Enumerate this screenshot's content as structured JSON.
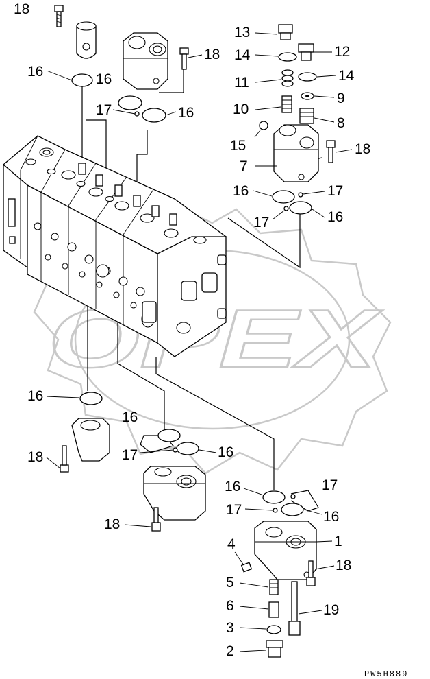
{
  "diagram": {
    "drawing_code": "PW5H889",
    "watermark": "OPEX",
    "part_labels": [
      {
        "id": "label-18-top-left",
        "text": "18"
      },
      {
        "id": "label-16-upper-left",
        "text": "16"
      },
      {
        "id": "label-16-upper-mid",
        "text": "16"
      },
      {
        "id": "label-17-upper-mid",
        "text": "17"
      },
      {
        "id": "label-16-upper-mid-right",
        "text": "16"
      },
      {
        "id": "label-18-upper-mid",
        "text": "18"
      },
      {
        "id": "label-13",
        "text": "13"
      },
      {
        "id": "label-14-left",
        "text": "14"
      },
      {
        "id": "label-12",
        "text": "12"
      },
      {
        "id": "label-14-right",
        "text": "14"
      },
      {
        "id": "label-11",
        "text": "11"
      },
      {
        "id": "label-9",
        "text": "9"
      },
      {
        "id": "label-10",
        "text": "10"
      },
      {
        "id": "label-8",
        "text": "8"
      },
      {
        "id": "label-15",
        "text": "15"
      },
      {
        "id": "label-18-upper-right",
        "text": "18"
      },
      {
        "id": "label-7",
        "text": "7"
      },
      {
        "id": "label-16-right-a",
        "text": "16"
      },
      {
        "id": "label-17-right-a",
        "text": "17"
      },
      {
        "id": "label-17-right-b",
        "text": "17"
      },
      {
        "id": "label-16-right-b",
        "text": "16"
      },
      {
        "id": "label-16-lower-left",
        "text": "16"
      },
      {
        "id": "label-16-lower-mid",
        "text": "16"
      },
      {
        "id": "label-18-lower-left",
        "text": "18"
      },
      {
        "id": "label-17-lower-mid",
        "text": "17"
      },
      {
        "id": "label-16-lower-mid-right",
        "text": "16"
      },
      {
        "id": "label-16-lower-right",
        "text": "16"
      },
      {
        "id": "label-17-lower-right-top",
        "text": "17"
      },
      {
        "id": "label-17-lower-right",
        "text": "17"
      },
      {
        "id": "label-16-lower-right-b",
        "text": "16"
      },
      {
        "id": "label-18-lower-mid",
        "text": "18"
      },
      {
        "id": "label-1",
        "text": "1"
      },
      {
        "id": "label-4",
        "text": "4"
      },
      {
        "id": "label-18-lower-right",
        "text": "18"
      },
      {
        "id": "label-5",
        "text": "5"
      },
      {
        "id": "label-6",
        "text": "6"
      },
      {
        "id": "label-19",
        "text": "19"
      },
      {
        "id": "label-3",
        "text": "3"
      },
      {
        "id": "label-2",
        "text": "2"
      }
    ]
  }
}
